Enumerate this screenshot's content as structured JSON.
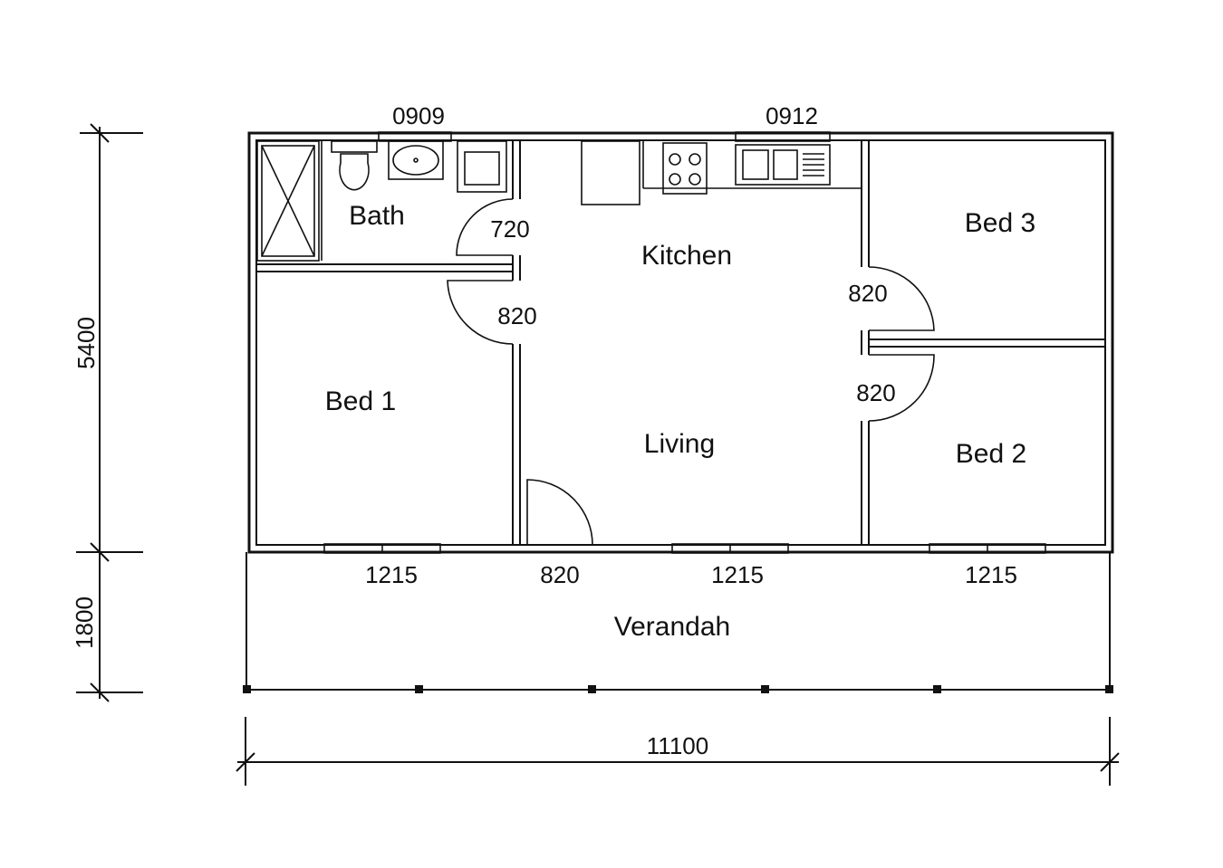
{
  "rooms": {
    "bath": "Bath",
    "kitchen": "Kitchen",
    "living": "Living",
    "bed1": "Bed 1",
    "bed2": "Bed 2",
    "bed3": "Bed 3",
    "verandah": "Verandah"
  },
  "windows": {
    "bath": "0909",
    "kitchen": "0912",
    "bed1": "1215",
    "living": "1215",
    "bed2": "1215"
  },
  "doors": {
    "bath": "720",
    "bed1": "820",
    "bed3": "820",
    "bed2": "820",
    "entry": "820"
  },
  "dimensions": {
    "depth_main": "5400",
    "depth_verandah": "1800",
    "total_width": "11100"
  }
}
